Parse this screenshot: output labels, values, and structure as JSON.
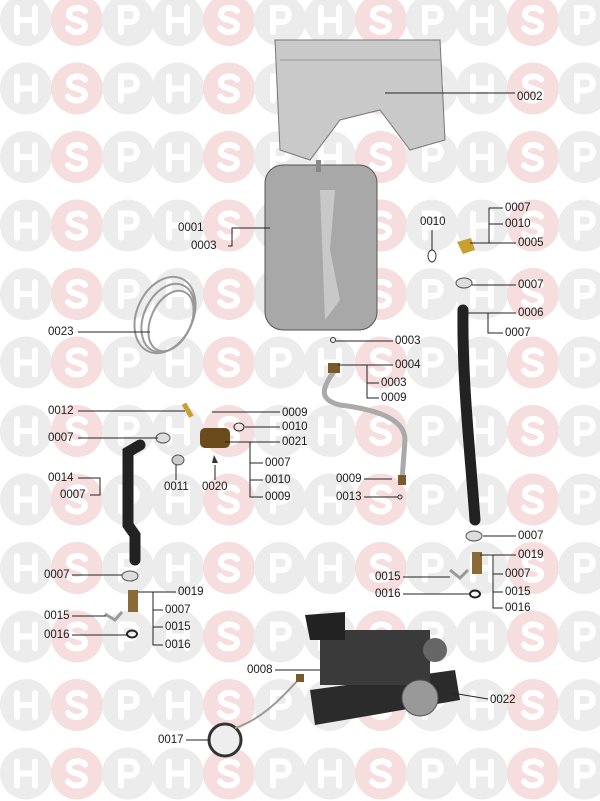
{
  "watermark": {
    "letters": [
      "H",
      "S",
      "P"
    ],
    "colors": {
      "circle": "#ececec",
      "circle_accent": "#f6dede",
      "letter": "#ffffff"
    }
  },
  "labels": [
    "0002",
    "0001",
    "0003",
    "0010",
    "0007",
    "0010",
    "0005",
    "0007",
    "0006",
    "0007",
    "0023",
    "0003",
    "0004",
    "0003",
    "0009",
    "0012",
    "0009",
    "0010",
    "0021",
    "0007",
    "0010",
    "0009",
    "0007",
    "0011",
    "0020",
    "0014",
    "0007",
    "0009",
    "0013",
    "0007",
    "0019",
    "0007",
    "0015",
    "0016",
    "0015",
    "0016",
    "0007",
    "0019",
    "0007",
    "0015",
    "0016",
    "0015",
    "0016",
    "0008",
    "0022",
    "0017"
  ]
}
